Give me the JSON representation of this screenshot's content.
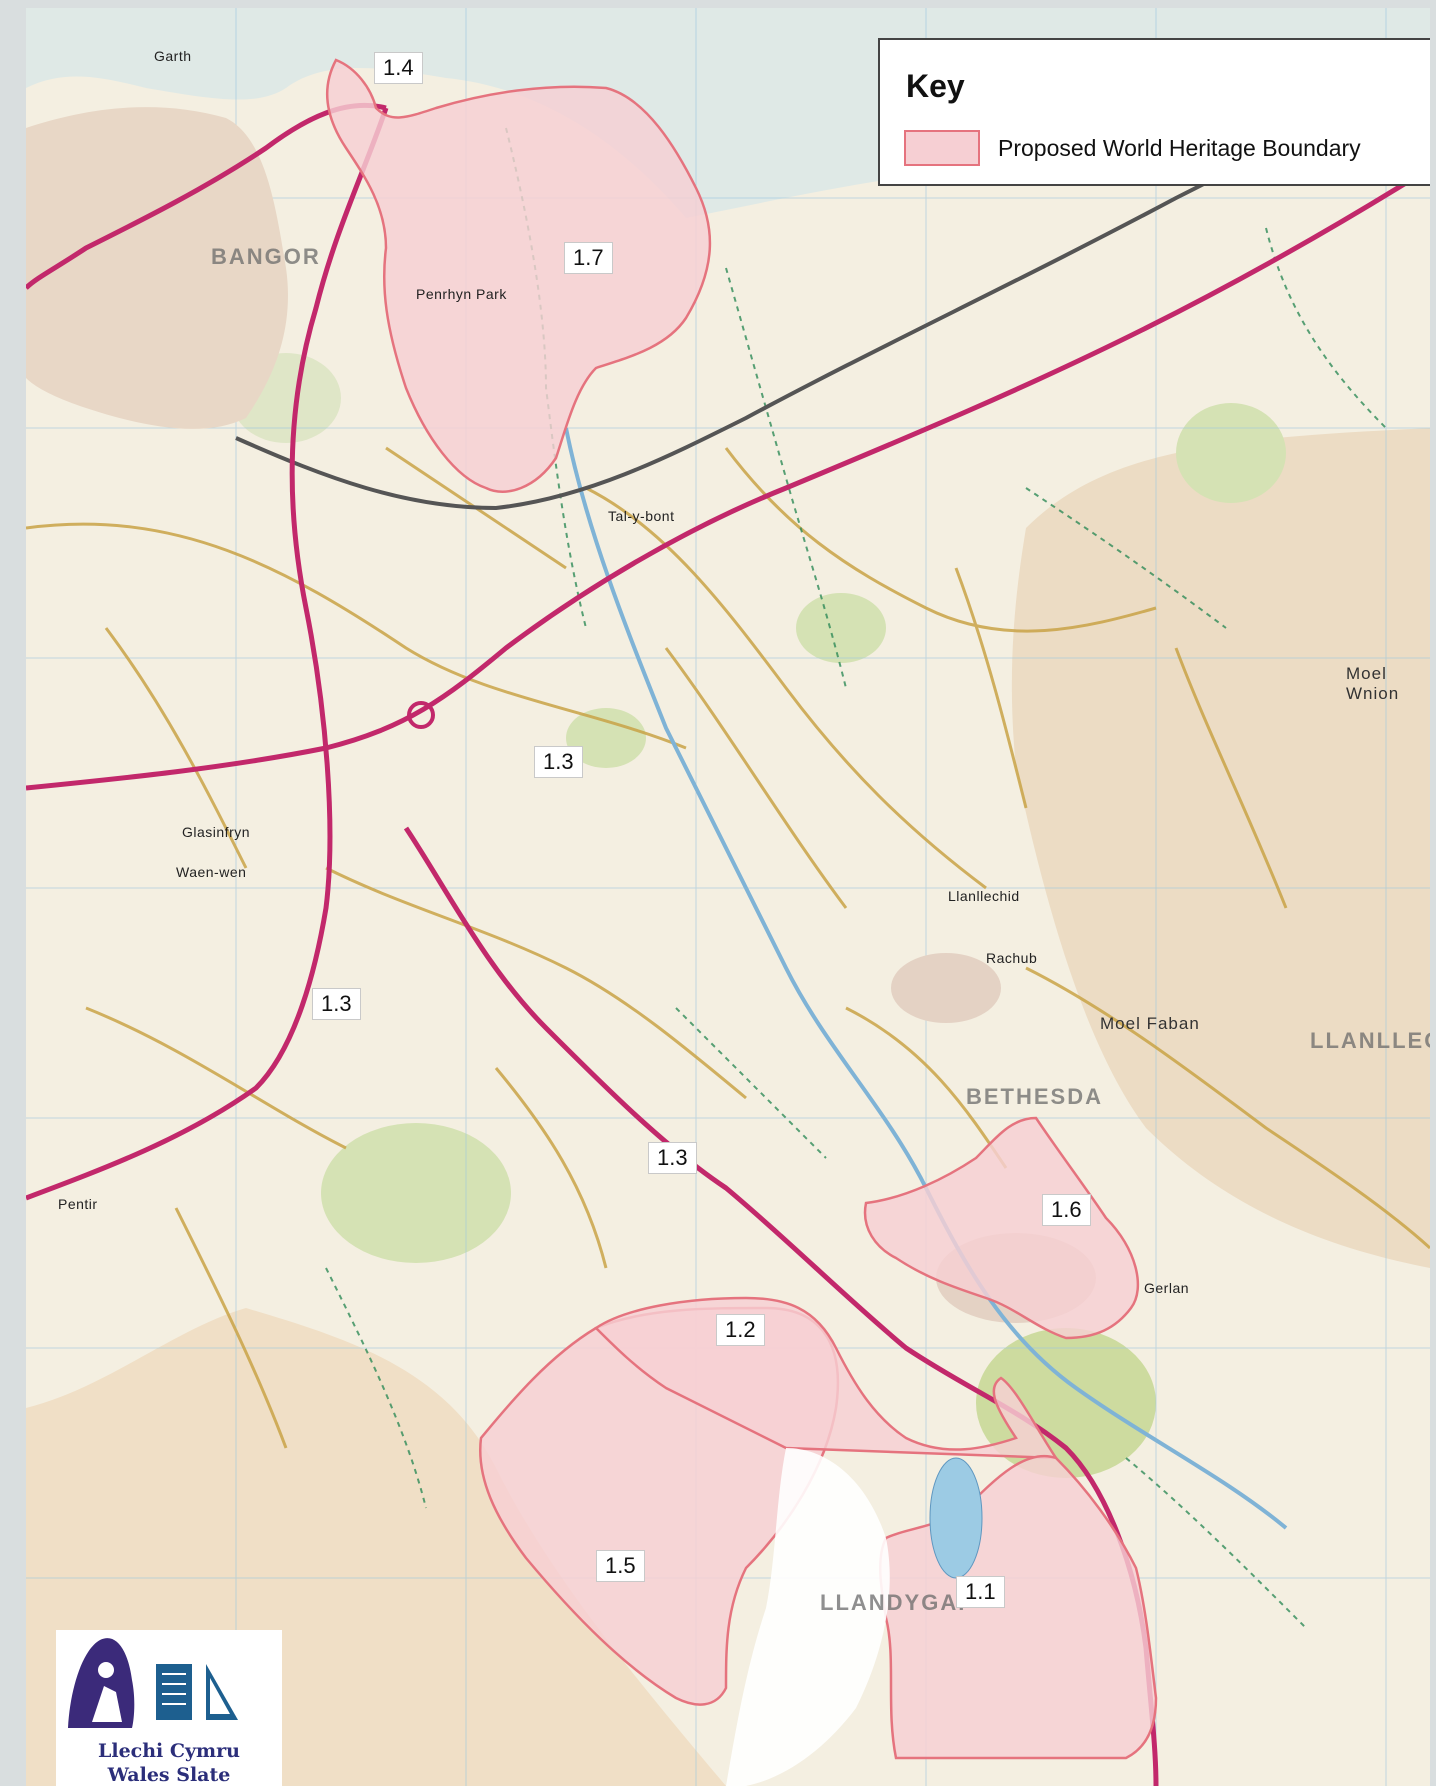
{
  "key": {
    "title": "Key",
    "legend_label": "Proposed World Heritage Boundary",
    "boundary_fill": "#f6cfd3",
    "boundary_stroke": "#e5737e"
  },
  "areas": [
    {
      "id": "1.4",
      "label": "1.4"
    },
    {
      "id": "1.7",
      "label": "1.7"
    },
    {
      "id": "1.3a",
      "label": "1.3"
    },
    {
      "id": "1.3b",
      "label": "1.3"
    },
    {
      "id": "1.3c",
      "label": "1.3"
    },
    {
      "id": "1.6",
      "label": "1.6"
    },
    {
      "id": "1.2",
      "label": "1.2"
    },
    {
      "id": "1.5",
      "label": "1.5"
    },
    {
      "id": "1.1",
      "label": "1.1"
    }
  ],
  "places": {
    "bangor": "BANGOR",
    "bethesda": "BETHESDA",
    "llandygai": "LLANDYGAI",
    "llanllechid": "LLANLLECH",
    "moel_wnion": "Moel Wnion",
    "moel_faban": "Moel Faban",
    "garth": "Garth",
    "glasinfryn": "Glasinfryn",
    "penrhyn_park": "Penrhyn Park",
    "tal_y_bont": "Tal-y-bont",
    "llanllechid_village": "Llanllechid",
    "gerlan": "Gerlan",
    "rachub": "Rachub",
    "waen_wen": "Waen-wen",
    "pentir": "Pentir"
  },
  "logo": {
    "line1": "Llechi Cymru",
    "line2": "Wales Slate"
  },
  "colors": {
    "land": "#f4efe1",
    "sea": "#dfe9e6",
    "woodland": "#d5e2b4",
    "moorland": "#ecdcc4",
    "road_primary": "#c2286b",
    "road_minor": "#c9a347",
    "boundary_line": "#d94a54",
    "rail": "#555555",
    "footpath": "#2e8b57"
  }
}
